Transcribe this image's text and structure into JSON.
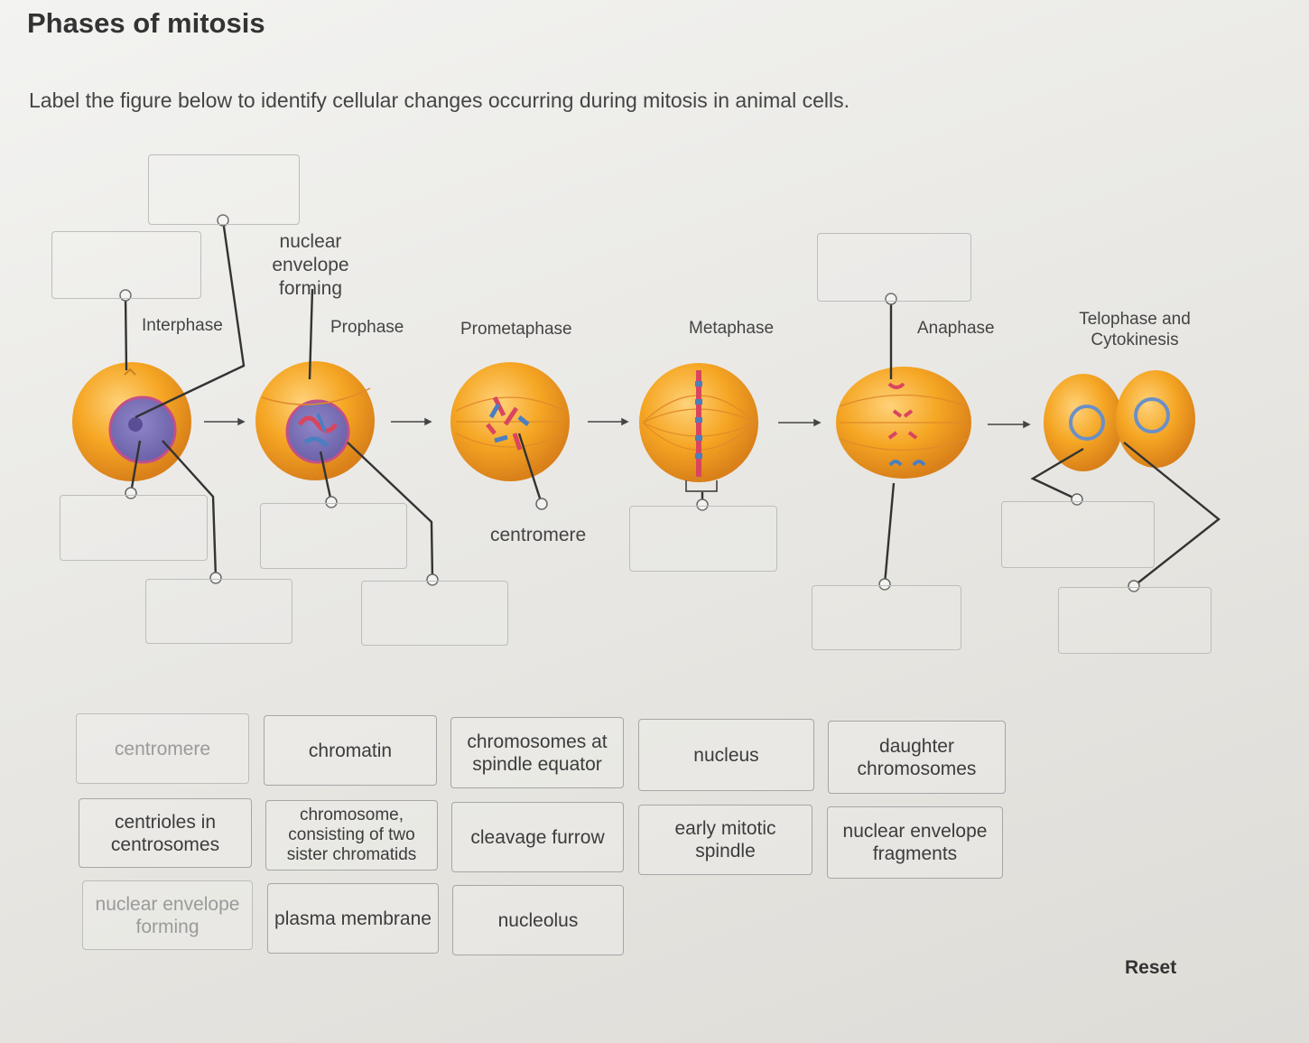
{
  "title": "Phases of mitosis",
  "instructions": "Label the figure below to identify cellular changes occurring during mitosis in animal cells.",
  "diagram": {
    "stages": {
      "interphase": "Interphase",
      "prophase": "Prophase",
      "prometaphase": "Prometaphase",
      "metaphase": "Metaphase",
      "anaphase": "Anaphase",
      "telophase": "Telophase and Cytokinesis"
    },
    "placed_labels": {
      "nuclear_envelope_forming": "nuclear envelope forming",
      "centromere": "centromere"
    }
  },
  "chips": [
    {
      "label": "centromere",
      "used": true
    },
    {
      "label": "chromatin",
      "used": false
    },
    {
      "label": "chromosomes at spindle equator",
      "used": false
    },
    {
      "label": "nucleus",
      "used": false
    },
    {
      "label": "daughter chromosomes",
      "used": false
    },
    {
      "label": "centrioles in centrosomes",
      "used": false
    },
    {
      "label": "chromosome, consisting of two sister chromatids",
      "used": false
    },
    {
      "label": "cleavage furrow",
      "used": false
    },
    {
      "label": "early mitotic spindle",
      "used": false
    },
    {
      "label": "nuclear envelope fragments",
      "used": false
    },
    {
      "label": "nuclear envelope forming",
      "used": true
    },
    {
      "label": "plasma membrane",
      "used": false
    },
    {
      "label": "nucleolus",
      "used": false
    }
  ],
  "reset_label": "Reset",
  "colors": {
    "cell_fill": "#f5a623",
    "nucleus_fill": "#7d72b8",
    "chromosome_red": "#d9455f",
    "chromosome_blue": "#4a7fc1"
  }
}
